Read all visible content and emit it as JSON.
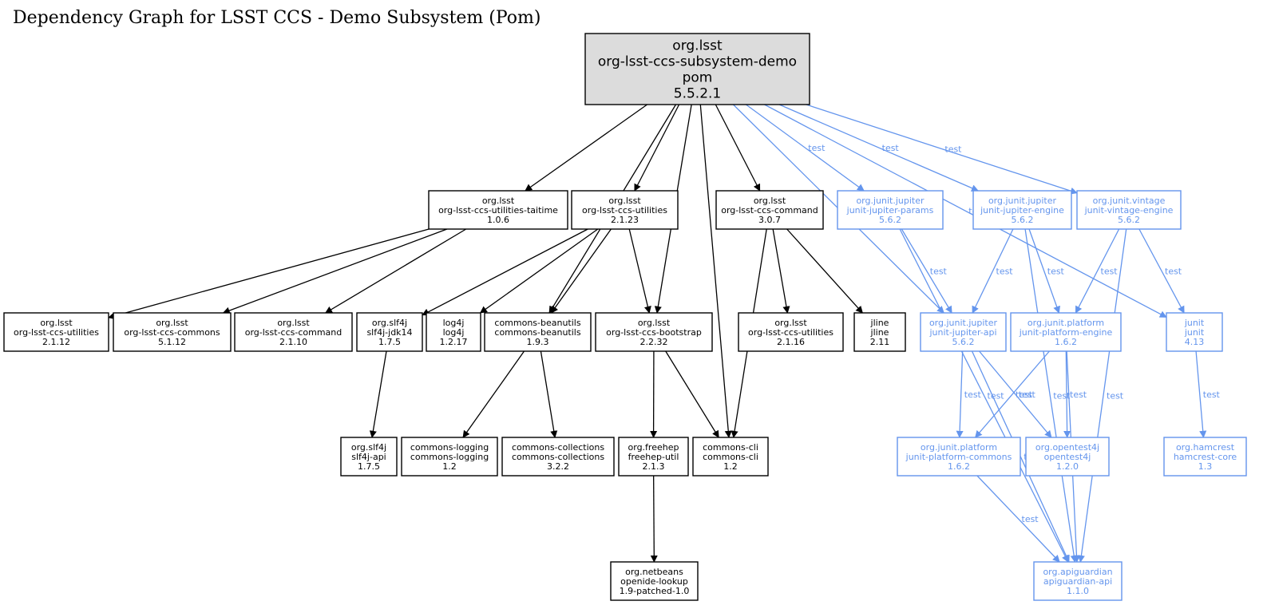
{
  "title": "Dependency Graph for LSST CCS - Demo Subsystem (Pom)",
  "colors": {
    "compile": "#000000",
    "test": "#6495ED",
    "root_fill": "#dcdcdc"
  },
  "nodes": {
    "root": [
      "org.lsst",
      "org-lsst-ccs-subsystem-demo",
      "pom",
      "5.5.2.1"
    ],
    "taitime": [
      "org.lsst",
      "org-lsst-ccs-utilities-taitime",
      "1.0.6"
    ],
    "utilities2123": [
      "org.lsst",
      "org-lsst-ccs-utilities",
      "2.1.23"
    ],
    "command307": [
      "org.lsst",
      "org-lsst-ccs-command",
      "3.0.7"
    ],
    "jupiter_params": [
      "org.junit.jupiter",
      "junit-jupiter-params",
      "5.6.2"
    ],
    "jupiter_engine": [
      "org.junit.jupiter",
      "junit-jupiter-engine",
      "5.6.2"
    ],
    "vintage_engine": [
      "org.junit.vintage",
      "junit-vintage-engine",
      "5.6.2"
    ],
    "utilities2112": [
      "org.lsst",
      "org-lsst-ccs-utilities",
      "2.1.12"
    ],
    "commons5112": [
      "org.lsst",
      "org-lsst-ccs-commons",
      "5.1.12"
    ],
    "command2110": [
      "org.lsst",
      "org-lsst-ccs-command",
      "2.1.10"
    ],
    "slf4j_jdk14": [
      "org.slf4j",
      "slf4j-jdk14",
      "1.7.5"
    ],
    "log4j": [
      "log4j",
      "log4j",
      "1.2.17"
    ],
    "beanutils": [
      "commons-beanutils",
      "commons-beanutils",
      "1.9.3"
    ],
    "bootstrap": [
      "org.lsst",
      "org-lsst-ccs-bootstrap",
      "2.2.32"
    ],
    "utilities2116": [
      "org.lsst",
      "org-lsst-ccs-utilities",
      "2.1.16"
    ],
    "jline": [
      "jline",
      "jline",
      "2.11"
    ],
    "jupiter_api": [
      "org.junit.jupiter",
      "junit-jupiter-api",
      "5.6.2"
    ],
    "platform_engine": [
      "org.junit.platform",
      "junit-platform-engine",
      "1.6.2"
    ],
    "junit": [
      "junit",
      "junit",
      "4.13"
    ],
    "slf4j_api": [
      "org.slf4j",
      "slf4j-api",
      "1.7.5"
    ],
    "commons_logging": [
      "commons-logging",
      "commons-logging",
      "1.2"
    ],
    "commons_collections": [
      "commons-collections",
      "commons-collections",
      "3.2.2"
    ],
    "freehep": [
      "org.freehep",
      "freehep-util",
      "2.1.3"
    ],
    "commons_cli": [
      "commons-cli",
      "commons-cli",
      "1.2"
    ],
    "platform_commons": [
      "org.junit.platform",
      "junit-platform-commons",
      "1.6.2"
    ],
    "opentest4j": [
      "org.opentest4j",
      "opentest4j",
      "1.2.0"
    ],
    "hamcrest": [
      "org.hamcrest",
      "hamcrest-core",
      "1.3"
    ],
    "openide": [
      "org.netbeans",
      "openide-lookup",
      "1.9-patched-1.0"
    ],
    "apiguardian": [
      "org.apiguardian",
      "apiguardian-api",
      "1.1.0"
    ]
  },
  "edges": [
    {
      "from": "root",
      "to": "taitime"
    },
    {
      "from": "root",
      "to": "utilities2123"
    },
    {
      "from": "root",
      "to": "beanutils"
    },
    {
      "from": "root",
      "to": "bootstrap"
    },
    {
      "from": "root",
      "to": "commons_cli"
    },
    {
      "from": "root",
      "to": "command307"
    },
    {
      "from": "root",
      "to": "jupiter_params",
      "label": "test"
    },
    {
      "from": "root",
      "to": "jupiter_api",
      "label": "test"
    },
    {
      "from": "root",
      "to": "jupiter_engine",
      "label": "test"
    },
    {
      "from": "root",
      "to": "vintage_engine",
      "label": "test"
    },
    {
      "from": "root",
      "to": "junit",
      "label": "test"
    },
    {
      "from": "taitime",
      "to": "utilities2112"
    },
    {
      "from": "taitime",
      "to": "commons5112"
    },
    {
      "from": "taitime",
      "to": "command2110"
    },
    {
      "from": "utilities2123",
      "to": "slf4j_jdk14"
    },
    {
      "from": "utilities2123",
      "to": "log4j"
    },
    {
      "from": "utilities2123",
      "to": "beanutils"
    },
    {
      "from": "utilities2123",
      "to": "bootstrap"
    },
    {
      "from": "command307",
      "to": "commons_cli"
    },
    {
      "from": "command307",
      "to": "utilities2116"
    },
    {
      "from": "command307",
      "to": "jline"
    },
    {
      "from": "jupiter_params",
      "to": "jupiter_api",
      "label": "test"
    },
    {
      "from": "jupiter_params",
      "to": "apiguardian",
      "label": "test"
    },
    {
      "from": "jupiter_engine",
      "to": "jupiter_api",
      "label": "test"
    },
    {
      "from": "jupiter_engine",
      "to": "platform_engine",
      "label": "test"
    },
    {
      "from": "jupiter_engine",
      "to": "apiguardian",
      "label": "test"
    },
    {
      "from": "vintage_engine",
      "to": "platform_engine",
      "label": "test"
    },
    {
      "from": "vintage_engine",
      "to": "junit",
      "label": "test"
    },
    {
      "from": "vintage_engine",
      "to": "apiguardian",
      "label": "test"
    },
    {
      "from": "slf4j_jdk14",
      "to": "slf4j_api"
    },
    {
      "from": "beanutils",
      "to": "commons_logging"
    },
    {
      "from": "beanutils",
      "to": "commons_collections"
    },
    {
      "from": "bootstrap",
      "to": "freehep"
    },
    {
      "from": "bootstrap",
      "to": "commons_cli"
    },
    {
      "from": "jupiter_api",
      "to": "platform_commons",
      "label": "test"
    },
    {
      "from": "jupiter_api",
      "to": "opentest4j",
      "label": "test"
    },
    {
      "from": "jupiter_api",
      "to": "apiguardian",
      "label": "test"
    },
    {
      "from": "platform_engine",
      "to": "platform_commons",
      "label": "test"
    },
    {
      "from": "platform_engine",
      "to": "opentest4j",
      "label": "test"
    },
    {
      "from": "platform_engine",
      "to": "apiguardian",
      "label": "test"
    },
    {
      "from": "junit",
      "to": "hamcrest",
      "label": "test"
    },
    {
      "from": "freehep",
      "to": "openide"
    },
    {
      "from": "platform_commons",
      "to": "apiguardian",
      "label": "test"
    }
  ]
}
